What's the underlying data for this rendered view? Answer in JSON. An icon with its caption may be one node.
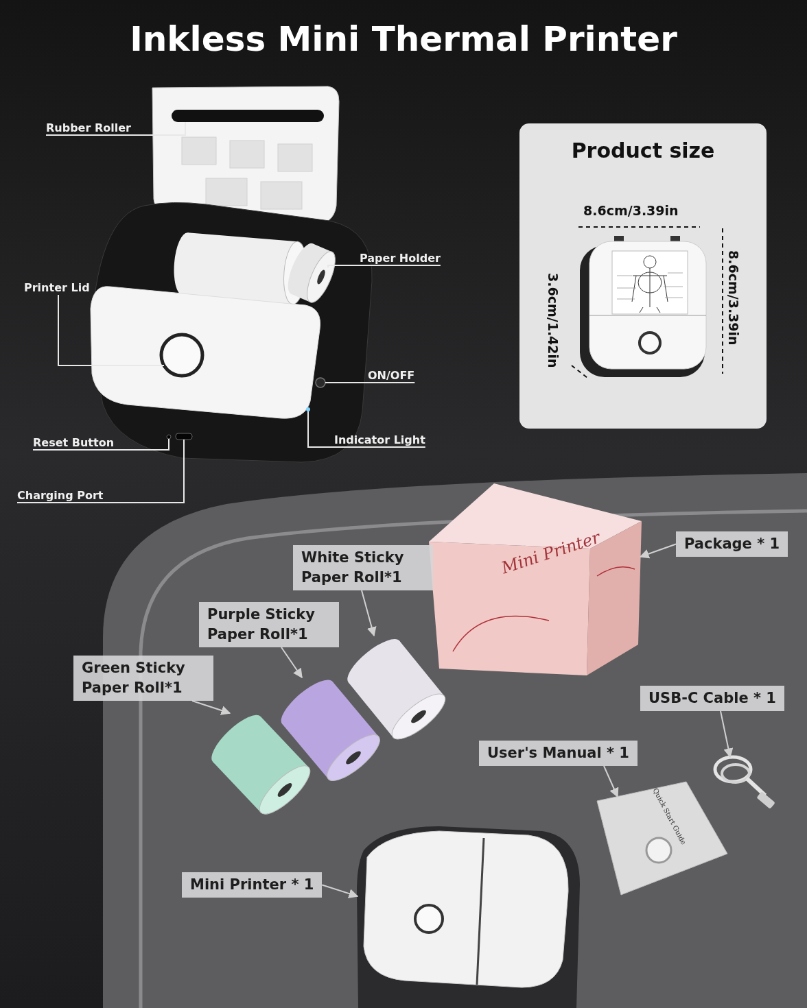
{
  "diagram": {
    "title": "Inkless Mini Thermal Printer",
    "nodes": [
      {
        "text": [
          "Rubber Roller"
        ]
      },
      {
        "text": [],
        "shape": "bar"
      },
      {
        "text": [
          "Paper Holder"
        ]
      },
      {
        "text": [],
        "shape": "cylinder"
      },
      {
        "text": [
          "Printer Lid"
        ]
      },
      {
        "text": [],
        "shape": "circle"
      },
      {
        "text": [
          "ON/OFF"
        ]
      },
      {
        "text": [],
        "shape": "circle"
      },
      {
        "text": [
          "Indicator Light"
        ]
      },
      {
        "text": [],
        "shape": "circle"
      },
      {
        "text": [
          "Reset Button"
        ]
      },
      {
        "text": [],
        "shape": "circle"
      },
      {
        "text": [
          "Charging Port"
        ]
      },
      {
        "text": [],
        "shape": "box"
      },
      {
        "text": [
          "Product size"
        ]
      },
      {
        "text": [],
        "shape": "picture",
        "in": 14
      },
      {
        "text": [
          "Package * 1"
        ]
      },
      {
        "text": [],
        "shape": "box"
      },
      {
        "text": [
          "White Sticky Paper Roll*1"
        ]
      },
      {
        "text": [],
        "shape": "cylinder"
      },
      {
        "text": [
          "Purple Sticky Paper Roll*1"
        ]
      },
      {
        "text": [],
        "shape": "cylinder"
      },
      {
        "text": [
          "Green Sticky Paper Roll*1"
        ]
      },
      {
        "text": [],
        "shape": "cylinder"
      },
      {
        "text": [
          "USB-C Cable * 1"
        ]
      },
      {
        "text": [],
        "shape": "picture"
      },
      {
        "text": [
          "User's Manual * 1"
        ]
      },
      {
        "text": [],
        "shape": "picture"
      },
      {
        "text": [
          "Mini Printer * 1"
        ]
      },
      {
        "text": [],
        "shape": "picture"
      }
    ],
    "edges": [
      {
        "from": 0,
        "to": 1,
        "arrow": "none"
      },
      {
        "from": 2,
        "to": 3,
        "arrow": "none"
      },
      {
        "from": 4,
        "to": 5,
        "arrow": "none"
      },
      {
        "from": 6,
        "to": 7,
        "arrow": "none"
      },
      {
        "from": 8,
        "to": 9,
        "arrow": "none"
      },
      {
        "from": 10,
        "to": 11,
        "arrow": "none"
      },
      {
        "from": 12,
        "to": 13,
        "arrow": "none"
      },
      {
        "from": 16,
        "to": 17,
        "arrow": "to"
      },
      {
        "from": 18,
        "to": 19,
        "arrow": "to"
      },
      {
        "from": 20,
        "to": 21,
        "arrow": "to"
      },
      {
        "from": 22,
        "to": 23,
        "arrow": "to"
      },
      {
        "from": 24,
        "to": 25,
        "arrow": "to"
      },
      {
        "from": 26,
        "to": 27,
        "arrow": "to"
      },
      {
        "from": 28,
        "to": 29,
        "arrow": "to"
      }
    ],
    "labels": [
      "8.6cm/3.39in",
      "3.6cm/1.42in",
      "8.6cm/3.39in",
      "Mini Printer",
      "Quick Start Guide"
    ]
  }
}
